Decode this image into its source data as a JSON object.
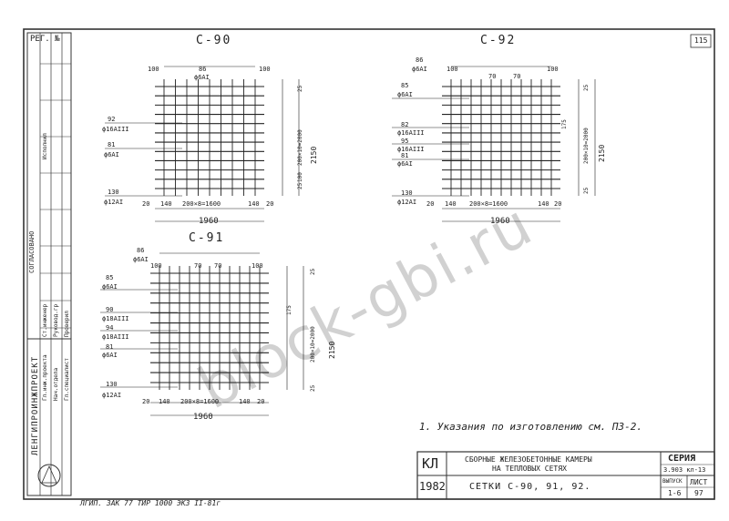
{
  "sheet": {
    "reg_no": "РЕГ. №",
    "page_no": "115",
    "watermark": "block-gbi.ru",
    "footer": "ЛГИП. ЗАК 77 ТИР 1000 ЭКЗ II-81г"
  },
  "drawings": [
    {
      "title": "С-90",
      "dims": {
        "left": "100",
        "right": "100",
        "top_pos": "86",
        "bottom": "200×8=1600",
        "side_left": "20",
        "side_mid": "140",
        "side_end": "140",
        "side_right": "20",
        "total_w": "1960",
        "h_top": "25",
        "h_main": "200×10=2000",
        "h_total": "2150",
        "h_bot": "25",
        "h_bot2": "100"
      },
      "callouts": [
        "86",
        "ϕ6АI",
        "92",
        "ϕ16АIII",
        "81",
        "ϕ6АI",
        "130",
        "ϕ12АI"
      ]
    },
    {
      "title": "С-92",
      "dims": {
        "left": "100",
        "right": "100",
        "a1": "70",
        "a2": "70",
        "top_pos": "86",
        "bottom": "200×8=1600",
        "side_left": "20",
        "side_mid": "140",
        "side_end": "140",
        "side_right": "20",
        "total_w": "1960",
        "h_top": "25",
        "h_main": "200×10=2000",
        "h_total": "2150",
        "h_bot": "25",
        "h_mid": "175"
      },
      "callouts": [
        "86",
        "ϕ6АI",
        "85",
        "ϕ6АI",
        "82",
        "ϕ16АIII",
        "95",
        "ϕ16АIII",
        "81",
        "ϕ6АI",
        "130",
        "ϕ12АI"
      ]
    },
    {
      "title": "С-91",
      "dims": {
        "left": "100",
        "right": "100",
        "a1": "70",
        "a2": "70",
        "top_pos": "86",
        "bottom": "200×8=1600",
        "side_left": "20",
        "side_mid": "140",
        "side_end": "140",
        "side_right": "20",
        "total_w": "1960",
        "h_top": "25",
        "h_main": "200×10=2000",
        "h_total": "2150",
        "h_bot": "25",
        "h_mid": "175"
      },
      "callouts": [
        "86",
        "ϕ6АI",
        "85",
        "ϕ6АI",
        "90",
        "ϕ18АIII",
        "94",
        "ϕ18АIII",
        "81",
        "ϕ6АI",
        "130",
        "ϕ12АI"
      ]
    }
  ],
  "note": "1. Указания по изготовлению см. ПЗ-2.",
  "title_block": {
    "kl": "КЛ",
    "year": "1982",
    "org": "ЛЕНГИПРОИНЖПРОЕКТ",
    "desc1": "СБОРНЫЕ ЖЕЛЕЗОБЕТОННЫЕ КАМЕРЫ",
    "desc2": "НА ТЕПЛОВЫХ СЕТЯХ",
    "sheet_title": "СЕТКИ С-90, 91, 92.",
    "series_label": "СЕРИЯ",
    "series_value": "3.903 кл-13",
    "issue_label": "ВЫПУСК",
    "issue_value": "1-6",
    "list_label": "ЛИСТ",
    "list_value": "97"
  },
  "side_stamp": {
    "agreed": "СОГЛАСОВАНО",
    "rows": [
      "Гл.инж.проекта",
      "Нач.отдела",
      "Гл.специалист",
      "Ст.инженер",
      "Руковод.гр",
      "Проверил",
      "Исполнил"
    ]
  }
}
